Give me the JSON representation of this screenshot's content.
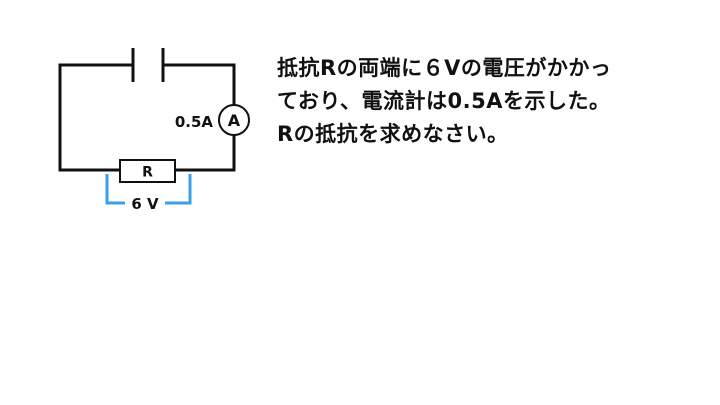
{
  "circuit": {
    "current_label": "0.5A",
    "ammeter_symbol": "A",
    "resistor_label": "R",
    "voltage_label": "6 V",
    "accent_color": "#3aa0e6",
    "wire_color": "#111111"
  },
  "problem": {
    "lines": [
      "抵抗Rの両端に６Vの電圧がかかっ",
      "ており、電流計は0.5Aを示した。",
      "Rの抵抗を求めなさい。"
    ]
  }
}
